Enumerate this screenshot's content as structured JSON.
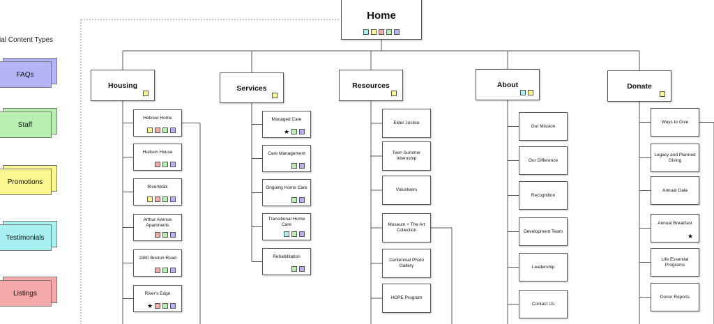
{
  "colors": {
    "faqs": "#b3b3f5",
    "staff": "#b8f0b2",
    "promotions": "#fbf78e",
    "testimonials": "#a9f1f1",
    "listings": "#f5a8a8",
    "line": "#555555"
  },
  "legend": {
    "title": "cial Content Types",
    "items": [
      {
        "key": "faqs",
        "label": "FAQs"
      },
      {
        "key": "staff",
        "label": "Staff"
      },
      {
        "key": "promotions",
        "label": "Promotions"
      },
      {
        "key": "testimonials",
        "label": "Testimonials"
      },
      {
        "key": "listings",
        "label": "Listings"
      }
    ]
  },
  "root": {
    "label": "Home",
    "markers": [
      "testimonials",
      "promotions",
      "listings",
      "staff",
      "faqs"
    ]
  },
  "sections": [
    {
      "label": "Housing",
      "markers": [
        "promotions"
      ],
      "pages": [
        {
          "label": "Hebrew Home",
          "markers": [
            "promotions",
            "listings",
            "staff",
            "faqs"
          ]
        },
        {
          "label": "Hudson House",
          "markers": [
            "listings",
            "staff",
            "faqs"
          ]
        },
        {
          "label": "RiverWalk",
          "markers": [
            "promotions",
            "listings",
            "staff",
            "faqs"
          ]
        },
        {
          "label": "Arthur Avenue Apartments",
          "markers": [
            "listings",
            "staff",
            "faqs"
          ]
        },
        {
          "label": "1880 Boston Road",
          "markers": [
            "listings",
            "staff",
            "faqs"
          ]
        },
        {
          "label": "River's Edge",
          "markers": [
            "star",
            "listings",
            "staff",
            "faqs"
          ]
        }
      ]
    },
    {
      "label": "Services",
      "markers": [
        "promotions"
      ],
      "pages": [
        {
          "label": "Managed Care",
          "markers": [
            "star",
            "staff",
            "faqs"
          ]
        },
        {
          "label": "Care Management",
          "markers": [
            "staff",
            "faqs"
          ]
        },
        {
          "label": "Ongoing Home Care",
          "markers": [
            "staff",
            "faqs"
          ]
        },
        {
          "label": "Transitional Home Care",
          "markers": [
            "testimonials",
            "staff",
            "faqs"
          ]
        },
        {
          "label": "Rehabilitation",
          "markers": [
            "staff",
            "faqs"
          ]
        }
      ]
    },
    {
      "label": "Resources",
      "markers": [
        "promotions"
      ],
      "pages": [
        {
          "label": "Elder Justice",
          "markers": []
        },
        {
          "label": "Teen Summer Internship",
          "markers": []
        },
        {
          "label": "Volunteers",
          "markers": []
        },
        {
          "label": "Museum + The Art Collection",
          "markers": []
        },
        {
          "label": "Centennial Photo Gallery",
          "markers": []
        },
        {
          "label": "HOPE Program",
          "markers": []
        }
      ]
    },
    {
      "label": "About",
      "markers": [
        "testimonials",
        "promotions"
      ],
      "pages": [
        {
          "label": "Our Mission",
          "markers": []
        },
        {
          "label": "Our Difference",
          "markers": []
        },
        {
          "label": "Recognition",
          "markers": []
        },
        {
          "label": "Development Team",
          "markers": []
        },
        {
          "label": "Leadership",
          "markers": []
        },
        {
          "label": "Contact Us",
          "markers": []
        }
      ]
    },
    {
      "label": "Donate",
      "markers": [
        "promotions"
      ],
      "pages": [
        {
          "label": "Ways to Give",
          "markers": []
        },
        {
          "label": "Legacy and Planned Giving",
          "markers": []
        },
        {
          "label": "Annual Gala",
          "markers": []
        },
        {
          "label": "Annual Breakfast",
          "markers": [
            "star"
          ]
        },
        {
          "label": "Life Essential Programs",
          "markers": []
        },
        {
          "label": "Donor Reports",
          "markers": []
        }
      ]
    }
  ]
}
